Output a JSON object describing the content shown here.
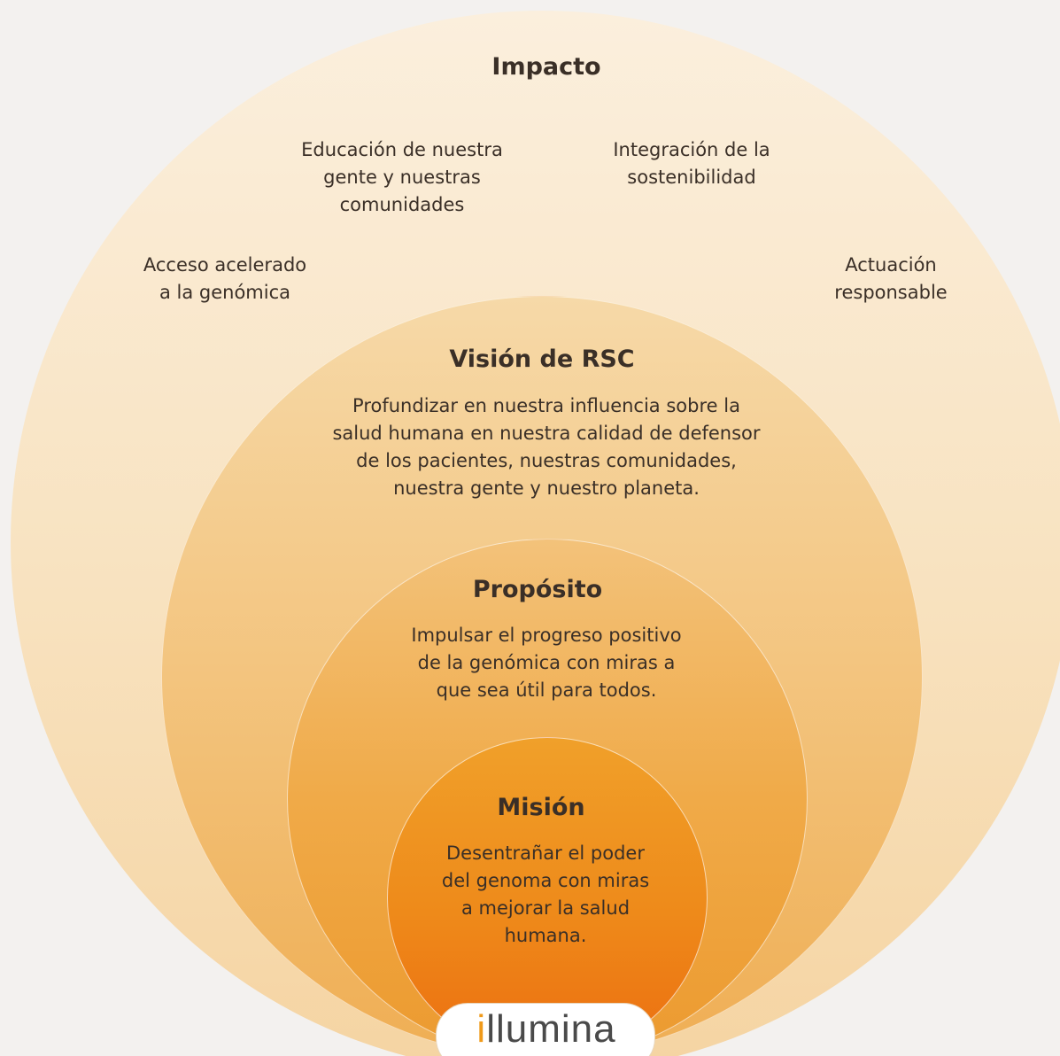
{
  "impact": {
    "title": "Impacto",
    "items": [
      "Acceso acelerado\na la genómica",
      "Educación de nuestra\ngente y nuestras\ncomunidades",
      "Integración de la\nsostenibilidad",
      "Actuación\nresponsable"
    ]
  },
  "vision": {
    "title": "Visión de RSC",
    "text": "Profundizar en nuestra influencia sobre la\nsalud humana en nuestra calidad de defensor\nde los pacientes, nuestras comunidades,\nnuestra gente y nuestro planeta."
  },
  "purpose": {
    "title": "Propósito",
    "text": "Impulsar el progreso positivo\nde la genómica con miras a\nque sea útil para todos."
  },
  "mission": {
    "title": "Misión",
    "text": "Desentrañar el poder\ndel genoma con miras\na mejorar la salud\nhumana."
  },
  "logo": {
    "text": "illumina"
  },
  "colors": {
    "background": "#f3f1ef",
    "impact_ring": "#fbefdd",
    "vision_ring": "#f3c47e",
    "purpose_ring": "#f0aa48",
    "mission_ring": "#ee8a1a",
    "text": "#3a2f27",
    "logo_accent": "#f09a1a"
  }
}
